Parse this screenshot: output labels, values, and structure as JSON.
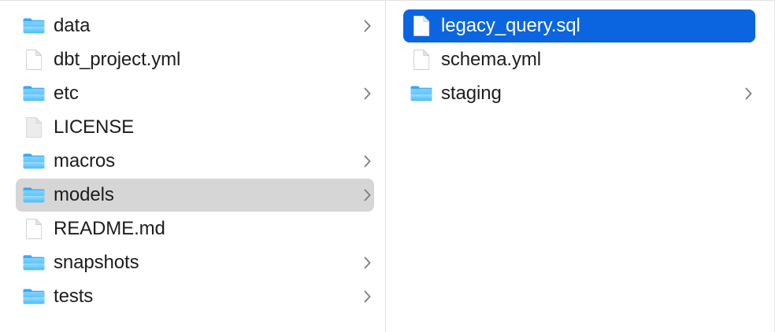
{
  "window": {
    "view_mode": "column",
    "background_color": "#ffffff",
    "divider_color": "#e0e0e0"
  },
  "colors": {
    "selection_active": "#0b65e0",
    "selection_active_text": "#ffffff",
    "selection_inactive": "#d6d6d6",
    "text": "#1d1d1f",
    "folder_blue": "#54befd",
    "chevron": "#808080"
  },
  "columns": [
    {
      "name": "project-column",
      "items": [
        {
          "label": "data",
          "icon": "folder-icon",
          "has_chevron": true,
          "selected": false,
          "selection_state": "none"
        },
        {
          "label": "dbt_project.yml",
          "icon": "document-icon",
          "has_chevron": false,
          "selected": false,
          "selection_state": "none"
        },
        {
          "label": "etc",
          "icon": "folder-icon",
          "has_chevron": true,
          "selected": false,
          "selection_state": "none"
        },
        {
          "label": "LICENSE",
          "icon": "document-icon-plain",
          "has_chevron": false,
          "selected": false,
          "selection_state": "none"
        },
        {
          "label": "macros",
          "icon": "folder-icon",
          "has_chevron": true,
          "selected": false,
          "selection_state": "none"
        },
        {
          "label": "models",
          "icon": "folder-icon",
          "has_chevron": true,
          "selected": true,
          "selection_state": "inactive"
        },
        {
          "label": "README.md",
          "icon": "document-icon",
          "has_chevron": false,
          "selected": false,
          "selection_state": "none"
        },
        {
          "label": "snapshots",
          "icon": "folder-icon",
          "has_chevron": true,
          "selected": false,
          "selection_state": "none"
        },
        {
          "label": "tests",
          "icon": "folder-icon",
          "has_chevron": true,
          "selected": false,
          "selection_state": "none"
        }
      ]
    },
    {
      "name": "models-column",
      "items": [
        {
          "label": "legacy_query.sql",
          "icon": "document-icon",
          "has_chevron": false,
          "selected": true,
          "selection_state": "active"
        },
        {
          "label": "schema.yml",
          "icon": "document-icon",
          "has_chevron": false,
          "selected": false,
          "selection_state": "none"
        },
        {
          "label": "staging",
          "icon": "folder-icon",
          "has_chevron": true,
          "selected": false,
          "selection_state": "none"
        }
      ]
    }
  ]
}
